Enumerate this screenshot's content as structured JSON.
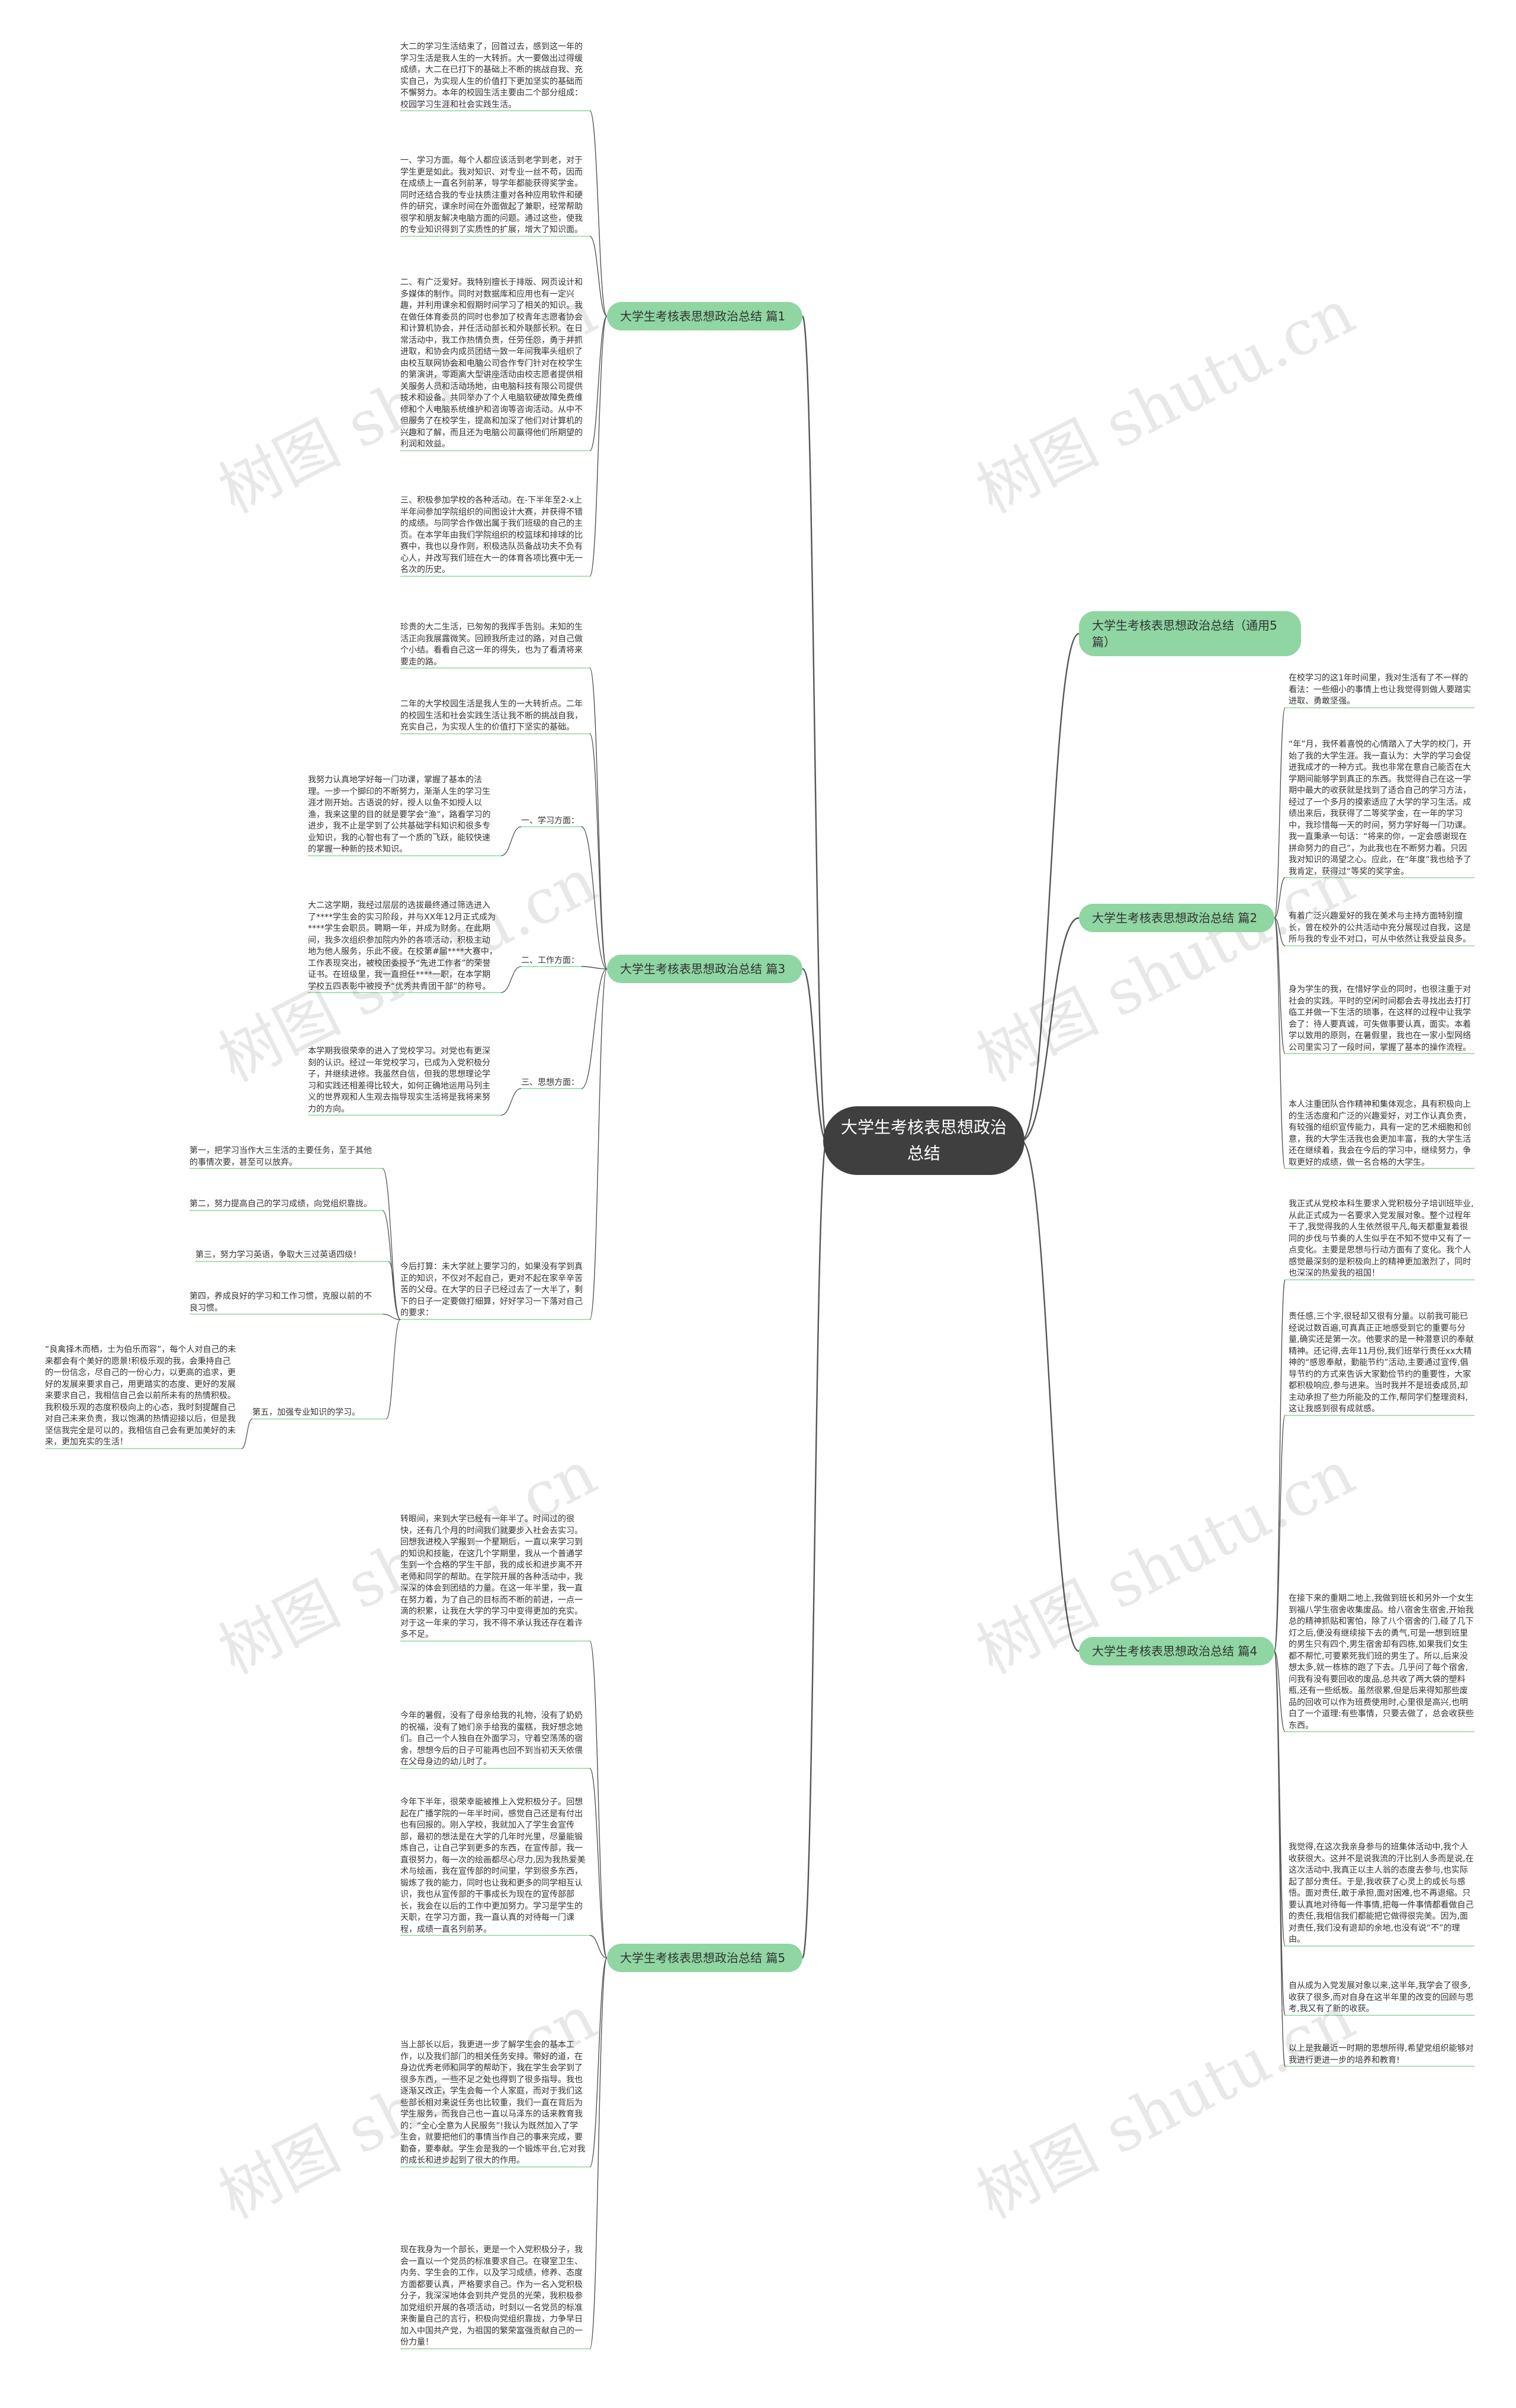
{
  "root": {
    "title": "大学生考核表思想政治总结"
  },
  "branches": {
    "b1": {
      "label": "大学生考核表思想政治总结 篇1"
    },
    "b2": {
      "label": "大学生考核表思想政治总结（通用5篇）"
    },
    "b3": {
      "label": "大学生考核表思想政治总结 篇2"
    },
    "b4": {
      "label": "大学生考核表思想政治总结 篇3"
    },
    "b5": {
      "label": "大学生考核表思想政治总结 篇4"
    },
    "b6": {
      "label": "大学生考核表思想政治总结 篇5"
    }
  },
  "sub_labels": {
    "s_study": "一、学习方面：",
    "s_work": "二、工作方面：",
    "s_thought": "三、思想方面："
  },
  "leaves": {
    "p1_1": "大二的学习生活结束了，回首过去，感到这一年的学习生活是我人生的一大转折。大一要做出过得缓成绩，大二在已打下的基础上不断的挑战自我、充实自己，为实现人生的价值打下更加坚实的基础而不懈努力。本年的校园生活主要由二个部分组成：校园学习生涯和社会实践生活。",
    "p1_2": "一、学习方面。每个人都应该活到老学到老，对于学生更是如此。我对知识、对专业一丝不苟，因而在成绩上一直名列前茅，导学年都能获得奖学金。同时还结合我的专业扶质注重对各种应用软件和硬件的研究，课余时间在外面做起了兼职，经常帮助很学和朋友解决电脑方面的问题。通过这些，使我的专业知识得到了实质性的扩展，增大了知识面。",
    "p1_3": "二、有广泛爱好。我特别擅长于排版、网页设计和多媒体的制作。同时对数据库和应用也有一定兴趣，并利用课余和假期时间学习了相关的知识。我在做任体育委员的同时也参加了校青年志愿者协会和计算机协会，并任活动部长和外联部长积。在日常活动中，我工作热情负责，任劳任怨，勇于并抓进取，和协会内成员团结一致一年间我率头组织了由校互联网协会和电脑公司合作专门针对在校学生的第演讲，零距离大型讲座活动由校志愿者提供相关服务人员和活动场地，由电脑科技有限公司提供技术和设备。共同举办了个人电脑软硬故障免费维修和个人电脑系统维护和咨询等咨询活动。从中不但服务了在校学生，提高和加深了他们对计算机的兴趣和了解，而且还为电脑公司赢得他们所期望的利润和效益。",
    "p1_4": "三、积极参加学校的各种活动。在-下半年至2-x上半年间参加学院组织的间图设计大赛，并获得不错的成绩。与同学合作做出属于我们班级的自己的主页。在本学年由我们学院组织的校篮球和排球的比赛中，我也以身作则，积极选队员备战功夫不负有心人，并改写我们班在大一的体育各项比赛中无一名次的历史。",
    "p3_1": "珍贵的大二生活，已匆匆的我挥手告别。未知的生活正向我展露微笑。回顾我所走过的路，对自己做个小结。看看自己这一年的得失，也为了看清将来要走的路。",
    "p3_2": "二年的大学校园生活是我人生的一大转折点。二年的校园生活和社会实践生活让我不断的挑战自我，充实自己，为实现人生的价值打下坚实的基础。",
    "p3_3": "我努力认真地学好每一门功课，掌握了基本的法理。一步一个脚印的不断努力，渐渐人生的学习生涯才刚开始。古语说的好，授人以鱼不如授人以渔，我来这里的目的就是要学会“渔”，路看学习的进步，我不止是学到了公共基础学科知识和很多专业知识，我的心智也有了一个质的飞跃，能较快速的掌握一种新的技术知识。",
    "p3_4": "大二这学期，我经过层层的选拔最终通过筛选进入了****学生会的实习阶段，并与XX年12月正式成为****学生会职员。聘期一年，并成为财务。在此期间，我多次组织参加院内外的各项活动，积极主动地为他人服务，乐此不疲。在校第#届****大赛中，工作表现突出，被校团委授予“先进工作者”的荣誉证书。在班级里，我一直担任****一职，在本学期学校五四表彰中被授予“优秀共青团干部”的称号。",
    "p3_5": "本学期我很荣幸的进入了党校学习。对党也有更深刻的认识。经过一年党校学习，已成为入党积极分子，并继续进修。我虽然自信，但我的思想理论学习和实践还相差得比较大，如何正确地运用马列主义的世界观和人生观去指导现实生活将是我将来努力的方向。",
    "p3_6": "今后打算：未大学就上要学习的，如果没有学到真正的知识，不仅对不起自己，更对不起在家辛辛苦苦的父母。在大学的日子已经过去了一大半了，剩下的日子一定要做打细算，好好学习一下落对自己的要求：",
    "p3_7": "第一，把学习当作大三生活的主要任务，至于其他的事情次要，甚至可以放弃。",
    "p3_8": "第二，努力提高自己的学习成绩，向党组织靠拢。",
    "p3_9": "第三，努力学习英语，争取大三过英语四级！",
    "p3_10": "第四，养成良好的学习和工作习惯，克服以前的不良习惯。",
    "p3_11": "第五，加强专业知识的学习。",
    "p3_12": "“良禽择木而栖，士为伯乐而容”，每个人对自己的未来都会有个美好的愿景!积极乐观的我，会秉持自己的一份信念，尽自己的一份心力，以更高的追求，更好的发展来要求自己，用更踏实的态度、更好的发展来要求自己，我相信自己会以前所未有的热情积极。我积极乐观的态度积极向上的心态，我时刻提醒自己对自己未来负责，我以饱满的热情迎接以后，但是我坚信我完全是可以的，我相信自己会有更加美好的未来，更加充实的生活！",
    "p5_1": "在校学习的这1年时间里，我对生活有了不一样的看法：一些细小的事情上也让我觉得到做人要踏实进取、勇敢坚强。",
    "p5_2": "“年”月，我怀着喜悦的心情踏入了大学的校门，开始了我的大学生涯。我一直认为：大学的学习会促进我成才的一种方式。我也非常在意自己能否在大学期间能够学到真正的东西。我觉得自己在这一学期中最大的收获就是找到了适合自己的学习方法，经过了一个多月的摸索适应了大学的学习生活。成绩出来后，我获得了二等奖学金，在一年的学习中，我珍惜每一天的时间，努力学好每一门功课。我一直秉承一句话：“将来的你，一定会感谢现在拼命努力的自己”，为此我也在不断努力着。只因我对知识的渴望之心。应此，在“年度”我也给予了我肯定，获得过“等奖的奖学金。",
    "p5_3": "有着广泛兴趣爱好的我在美术与主持方面特别擅长，曾在校外的公共活动中充分展现过自我，这是所与我的专业不对口，可从中依然让我受益良多。",
    "p5_4": "身为学生的我，在惜好学业的同时，也很注重于对社会的实践。平时的空闲时间都会去寻找出去打打临工并做一下生活的琐事，在这样的过程中让我学会了：待人要真诚，可失做事要认真，面实。本着学以致用的原则，在暑假里，我也在一家小型网络公司里实习了一段时间，掌握了基本的操作流程。",
    "p5_5": "本人注重团队合作精神和集体观念，具有积极向上的生活态度和广泛的兴趣爱好，对工作认真负责，有较强的组织宣传能力，具有一定的艺术细胞和创意，我的大学生活我也会更加丰富，我的大学生活还在继续着，我会在今后的学习中，继续努力，争取更好的成绩，做一名合格的大学生。",
    "p6_1": "我正式从党校本科生要求入党积极分子培训班毕业,从此正式成为一名要求入党发展对象。整个过程年干了,我觉得我的人生依然很平凡,每天都重复着很同的步伐与节奏的人生似乎在不知不觉中又有了一点变化。主要是思想与行动方面有了变化。我个人感觉最深刻的是积极向上的精神更加激烈了，同时也深深的热爱我的祖国！",
    "p6_2": "责任感,三个字,很轻却又很有分量。以前我可能已经说过数百遍,可真真正正地感受到它的重要与分量,确实还是第一次。他要求的是一种潜意识的奉献精神。还记得,去年11月份,我们班举行责任xx大精神的“感恩奉献，勤能节约”活动,主要通过宣传,倡导节约的方式来告诉大家勤俭节约的重要性，大家都积极响应,参与进来。当时我并不是班委成员,却主动承担了些力所能及的工作,帮同学们整理资料,这让我感到很有成就感。",
    "p6_3": "在接下来的重期二地上,我做到班长和另外一个女生到福八学生宿舍收集废品。给八宿舍生宿舍,开始我总的精神抓贴和害怕，除了八个宿舍的门,碰了几下灯之后,便没有继续接下去的勇气,可是一想到班里的男生只有四个,男生宿舍却有四栋,如果我们女生都不帮忙,可要累死我们班的男生了。所以,后来没想太多,就一栋栋的跑了下去。几乎问了每个宿舍,问我有没有要回收的废品,总共收了两大袋的塑料瓶,还有一些纸板。虽然很累,但是后来得知那些废品的回收可以作为班费使用时,心里很是高兴,也明白了一个道理:有些事情，只要去做了，总会收获些东西。",
    "p6_4": "我觉得,在这次我亲身参与的班集体活动中,我个人收获很大。这并不是说我流的汗比别人多而是说,在这次活动中,我真正以主人翁的态度去参与,也实际起了部分责任。于是,我收获了心灵上的成长与感悟。面对责任,敢于承担,面对困难,也不再退缩。只要认真地对待每一件事情,把每一件事情都看做自己的责任,我相信我们都能把它做得很完美。因为,面对责任,我们没有退却的余地,也没有说“不”的理由。",
    "p6_5": "自从成为入党发展对象以来,这半年,我学会了很多,收获了很多,而对自身在这半年里的改变的回顾与思考,我又有了新的收获。",
    "p6_6": "以上是我最近一时期的思想所得,希望党组织能够对我进行更进一步的培养和教育!",
    "p7_1": "转眼间，来到大学已经有一年半了。时间过的很快，还有几个月的时间我们就要步入社会去实习。回想我进校入学报到一个星期后，一直以来学习到的知识和技能，在这几个学期里，我从一个普通学生到一个合格的学生干部，我的成长和进步离不开老师和同学的帮助。在学院开展的各种活动中，我深深的体会到团结的力量。在这一年半里，我一直在努力着，为了自己的目标而不断的前进，一点一滴的积累，让我在大学的学习中变得更加的充实。对于这一年来的学习，我不得不承认我还存在着许多不足。",
    "p7_2": "今年的暑假，没有了母亲给我的礼物，没有了奶奶的祝福，没有了她们亲手给我的蛋糕，我好想念她们。自己一个人独自在外面学习，守着空荡荡的宿舍，想想今后的日子可能再也回不到当初天天依偎在父母身边的幼儿时了。",
    "p7_3": "今年下半年，很荣幸能被推上入党积极分子。回想起在广播学院的一年半时间，感觉自己还是有付出也有回报的。刚入学校，我就加入了学生会宣传部，最初的想法是在大学的几年时光里，尽量能锻炼自己，让自己学到更多的东西，在宣传部，我一直很努力，每一次的绘画都尽心尽力,因为我热爱美术与绘画，我在宣传部的时间里，学到很多东西，锻炼了我的能力，同时也让我和更多的同学相互认识，我也从宣传部的干事成长为现在的宣传部部长，我会在以后的工作中更加努力。学习是学生的天职，在学习方面，我一直认真的对待每一门课程，成绩一直名列前茅。",
    "p7_4": "当上部长以后，我更进一步了解学生会的基本工作，以及我们部门的相关任务安排。带好的道，在身边优秀老师和同学的帮助下，我在学生会学到了很多东西，一些不足之处也得到了很多指导。我也逐渐又改正，学生会每一个人家庭，而对于我们这些部长相对来说任务也比较重，我们一直在背后为学生服务，而我自己也一直以马泽东的话来教育我的：“全心全意为人民服务”!我认为既然加入了学生会，就要把他们的事情当作自己的事来完成，要勤奋，要奉献。学生会是我的一个锻炼平台,它对我的成长和进步起到了很大的作用。",
    "p7_5": "现在我身为一个部长，更是一个入党积极分子，我会一直以一个党员的标准要求自己。在寝室卫生、内务、学生会的工作，以及学习成绩，修养、态度方面都要认真，严格要求自己。作为一名入党积极分子，我深深地体会到共产党员的光荣，我积极参加党组织开展的各项活动，时刻以一名党员的标准来衡量自己的言行，积极向党组织靠拢，力争早日加入中国共产党，为祖国的繁荣富强贡献自己的一份力量！"
  },
  "watermark": {
    "text": "树图 shutu.cn"
  },
  "colors": {
    "root_bg": "#3f3f3f",
    "branch_bg": "#8fd6a2",
    "edge": "#555555",
    "leaf_underline": "#8fd6a2"
  }
}
